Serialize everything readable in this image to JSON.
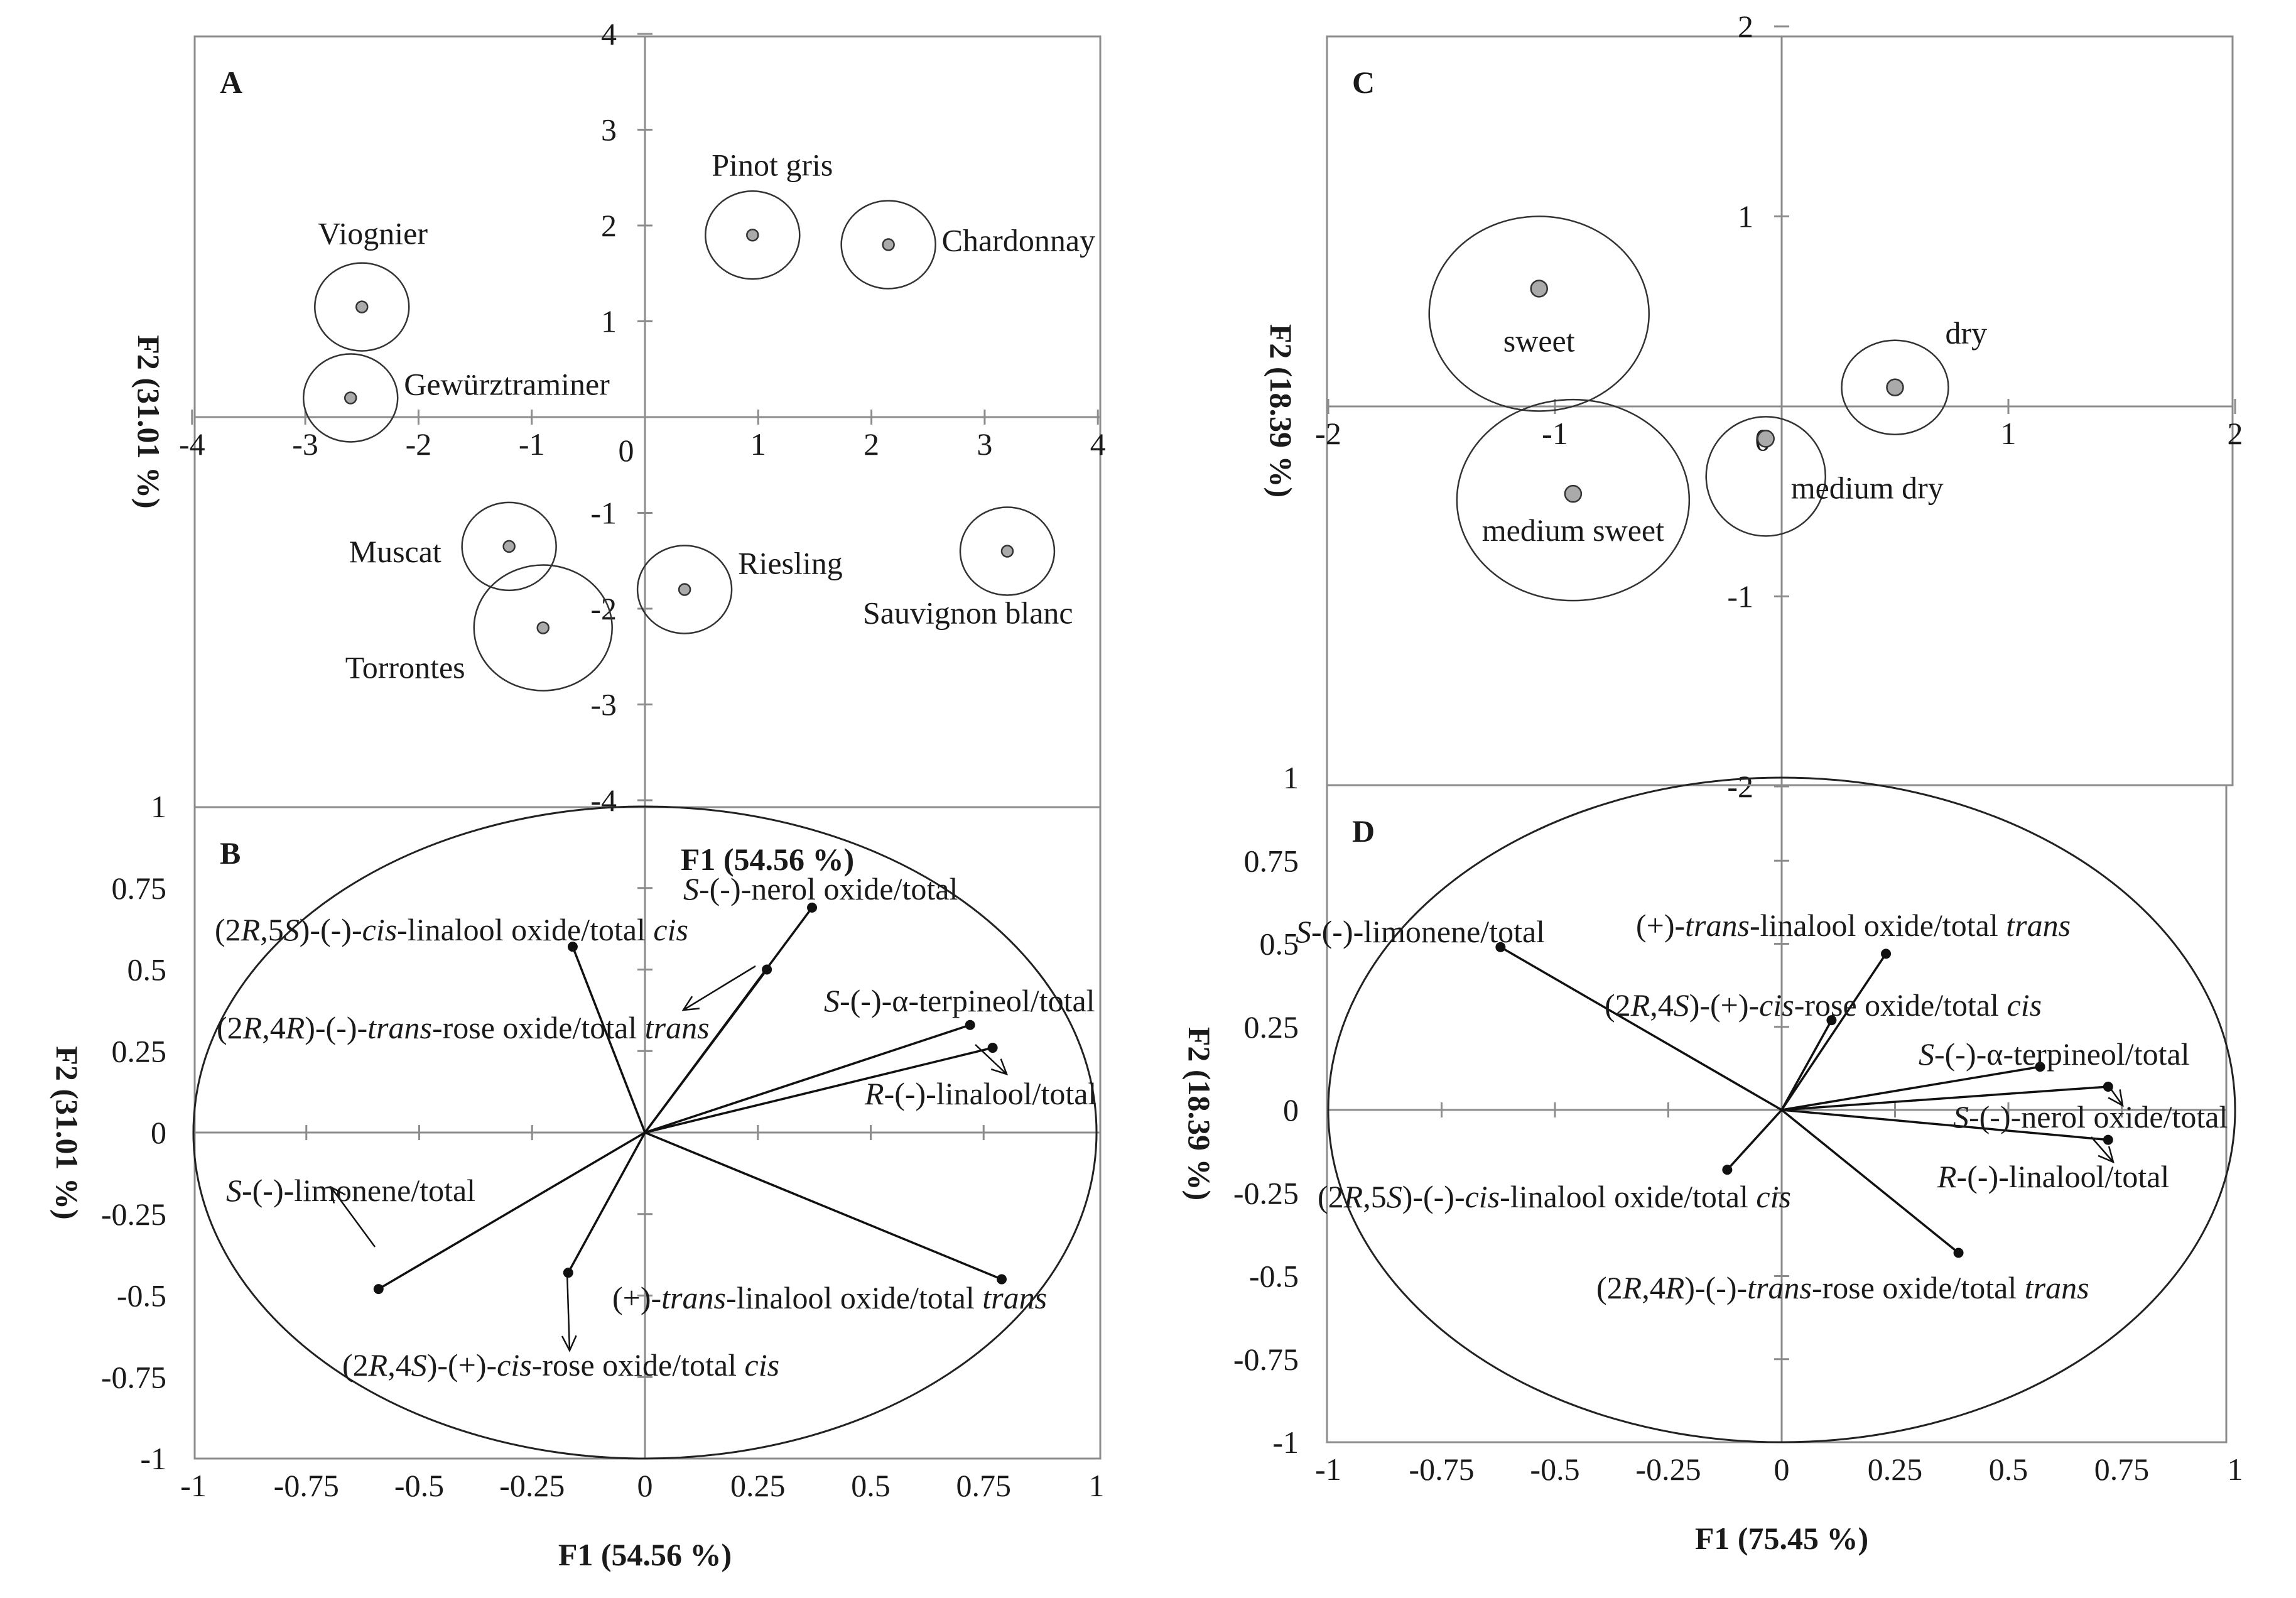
{
  "chart_data": [
    {
      "panel": "A",
      "type": "scatter",
      "xlabel": "F1 (54.56 %)",
      "ylabel": "F2 (31.01 %)",
      "xlim": [
        -4,
        4
      ],
      "ylim": [
        -4,
        4
      ],
      "xticks": [
        "-4",
        "-3",
        "-2",
        "-1",
        "0",
        "1",
        "2",
        "3",
        "4"
      ],
      "yticks": [
        "-4",
        "-3",
        "-2",
        "-1",
        "0",
        "1",
        "2",
        "3",
        "4"
      ],
      "points": [
        {
          "label": "Viognier",
          "x": -2.5,
          "y": 1.15
        },
        {
          "label": "Gewürztraminer",
          "x": -2.6,
          "y": 0.2
        },
        {
          "label": "Pinot gris",
          "x": 0.95,
          "y": 1.9
        },
        {
          "label": "Chardonnay",
          "x": 2.15,
          "y": 1.8
        },
        {
          "label": "Muscat",
          "x": -1.2,
          "y": -1.35
        },
        {
          "label": "Torrontes",
          "x": -0.9,
          "y": -2.2
        },
        {
          "label": "Riesling",
          "x": 0.35,
          "y": -1.8
        },
        {
          "label": "Sauvignon blanc",
          "x": 3.2,
          "y": -1.4
        }
      ]
    },
    {
      "panel": "B",
      "type": "scatter",
      "xlabel": "F1 (54.56 %)",
      "ylabel": "F2 (31.01 %)",
      "xlim": [
        -1,
        1
      ],
      "ylim": [
        -1,
        1
      ],
      "xticks": [
        "-1",
        "-0.75",
        "-0.5",
        "-0.25",
        "0",
        "0.25",
        "0.5",
        "0.75",
        "1"
      ],
      "yticks": [
        "-1",
        "-0.75",
        "-0.5",
        "-0.25",
        "0",
        "0.25",
        "0.5",
        "0.75",
        "1"
      ],
      "vectors": [
        {
          "label": "S-(-)-nerol oxide/total",
          "x": 0.37,
          "y": 0.69
        },
        {
          "label": "(2R,5S)-(-)-cis-linalool oxide/total cis",
          "x": -0.16,
          "y": 0.57
        },
        {
          "label": "(2R,4R)-(-)-trans-rose oxide/total trans",
          "x": 0.27,
          "y": 0.5
        },
        {
          "label": "S-(-)-α-terpineol/total",
          "x": 0.72,
          "y": 0.33
        },
        {
          "label": "R-(-)-linalool/total",
          "x": 0.77,
          "y": 0.26
        },
        {
          "label": "S-(-)-limonene/total",
          "x": -0.59,
          "y": -0.48
        },
        {
          "label": "(+)-trans-linalool oxide/total trans",
          "x": 0.79,
          "y": -0.45
        },
        {
          "label": "(2R,4S)-(+)-cis-rose oxide/total cis",
          "x": -0.17,
          "y": -0.43
        }
      ]
    },
    {
      "panel": "C",
      "type": "scatter",
      "xlabel": "",
      "ylabel": "F2 (18.39 %)",
      "xlim": [
        -2,
        2
      ],
      "ylim": [
        -2,
        2
      ],
      "xticks": [
        "-2",
        "-1",
        "0",
        "1",
        "2"
      ],
      "yticks": [
        "-2",
        "-1",
        "0",
        "1",
        "2"
      ],
      "points": [
        {
          "label": "sweet",
          "x": -1.07,
          "y": 0.62
        },
        {
          "label": "medium sweet",
          "x": -0.92,
          "y": -0.46
        },
        {
          "label": "medium dry",
          "x": -0.07,
          "y": -0.17
        },
        {
          "label": "dry",
          "x": 0.5,
          "y": 0.1
        }
      ]
    },
    {
      "panel": "D",
      "type": "scatter",
      "xlabel": "F1 (75.45 %)",
      "ylabel": "F2 (18.39 %)",
      "xlim": [
        -1,
        1
      ],
      "ylim": [
        -1,
        1
      ],
      "xticks": [
        "-1",
        "-0.75",
        "-0.5",
        "-0.25",
        "0",
        "0.25",
        "0.5",
        "0.75",
        "1"
      ],
      "yticks": [
        "-1",
        "-0.75",
        "-0.5",
        "-0.25",
        "0",
        "0.25",
        "0.5",
        "0.75",
        "1"
      ],
      "vectors": [
        {
          "label": "S-(-)-limonene/total",
          "x": -0.62,
          "y": 0.49
        },
        {
          "label": "(+)-trans-linalool oxide/total trans",
          "x": 0.23,
          "y": 0.47
        },
        {
          "label": "(2R,4S)-(+)-cis-rose oxide/total cis",
          "x": 0.11,
          "y": 0.27
        },
        {
          "label": "S-(-)-α-terpineol/total",
          "x": 0.57,
          "y": 0.13
        },
        {
          "label": "S-(-)-nerol oxide/total",
          "x": 0.72,
          "y": 0.07
        },
        {
          "label": "R-(-)-linalool/total",
          "x": 0.72,
          "y": -0.09
        },
        {
          "label": "(2R,5S)-(-)-cis-linalool oxide/total cis",
          "x": -0.12,
          "y": -0.18
        },
        {
          "label": "(2R,4R)-(-)-trans-rose oxide/total trans",
          "x": 0.39,
          "y": -0.43
        }
      ]
    }
  ]
}
